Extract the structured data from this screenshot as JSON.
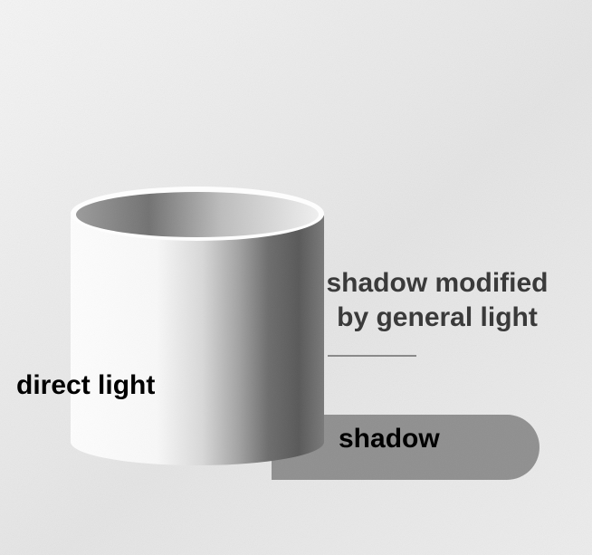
{
  "labels": {
    "direct_light": "direct light",
    "shadow_modified": "shadow modified by general light",
    "shadow": "shadow"
  },
  "colors": {
    "background": "#e9e9e9",
    "lit_side": "#ffffff",
    "shaded_side": "#5a5a5a",
    "cast_shadow": "#8e8e8e",
    "label_dark": "#000000",
    "label_gray": "#3a3a3a"
  }
}
